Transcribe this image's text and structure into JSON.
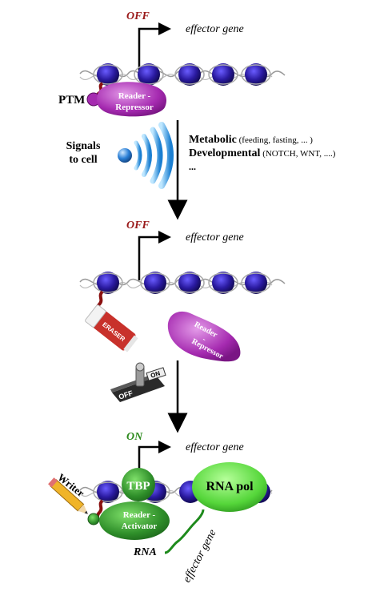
{
  "panel1": {
    "state": "OFF",
    "gene": "effector gene",
    "ptm": "PTM",
    "reader_line1": "Reader -",
    "reader_line2": "Repressor"
  },
  "signals": {
    "label_line1": "Signals",
    "label_line2": "to cell",
    "metabolic_word": "Metabolic",
    "metabolic_detail": " (feeding, fasting, ... )",
    "developmental_word": "Developmental",
    "developmental_detail": " (NOTCH, WNT, ....)",
    "ellipsis": "..."
  },
  "panel2": {
    "state": "OFF",
    "gene": "effector gene",
    "eraser": "ERASER",
    "reader_line1": "Reader",
    "reader_line2": "-",
    "reader_line3": "Repressor",
    "switch_on": "ON",
    "switch_off": "OFF"
  },
  "panel3": {
    "state": "ON",
    "gene": "effector gene",
    "writer": "Writer",
    "tbp": "TBP",
    "rna_pol": "RNA pol",
    "reader_line1": "Reader -",
    "reader_line2": "Activator",
    "rna": "RNA",
    "transcript": "effector gene"
  },
  "colors": {
    "off": "#9a1a1a",
    "on": "#2e8b1e",
    "nucleosome": "#2a1aa0",
    "repressor": "#a52ab0",
    "activator": "#2f8f2a",
    "rna_pol": "#55d63a",
    "eraser": "#c8312b"
  }
}
